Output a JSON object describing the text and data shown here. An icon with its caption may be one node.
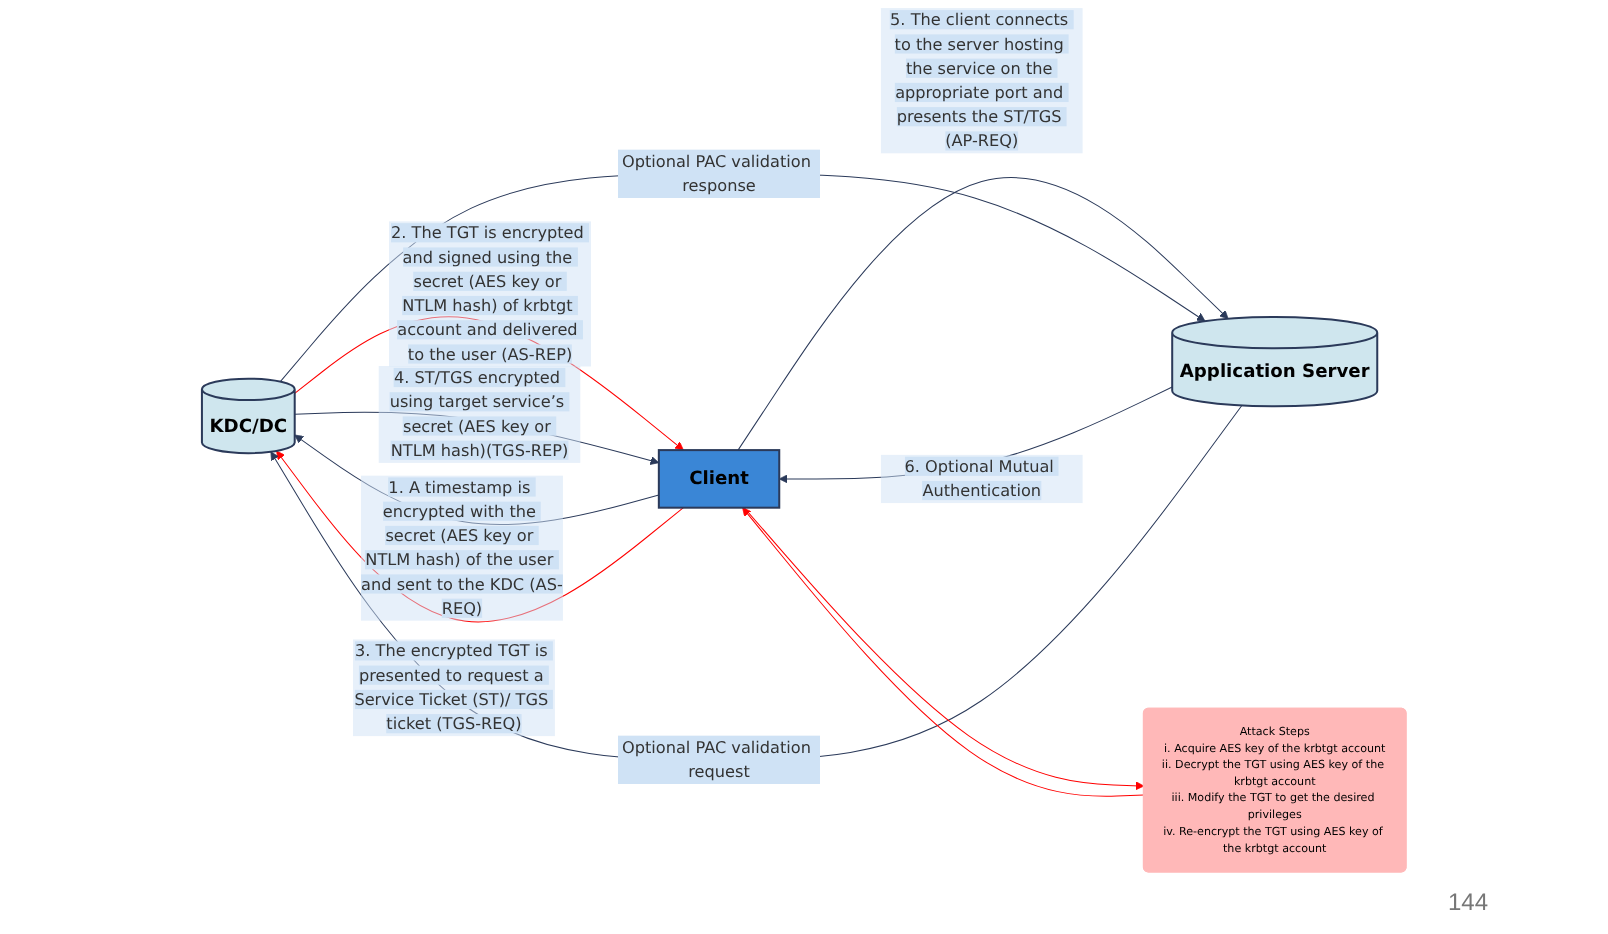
{
  "diagram": {
    "nodes": [
      {
        "text": [
          "KDC/DC"
        ]
      },
      {
        "text": [
          "Client"
        ]
      },
      {
        "text": [
          "Application Server"
        ]
      },
      {
        "text": [
          "Attack Steps",
          "i. Acquire AES key of the krbtgt account",
          "ii. Decrypt the TGT using AES key of the krbtgt account",
          "iii. Modify the TGT to get the desired privileges",
          "iv. Re-encrypt the TGT using AES key of the krbtgt account"
        ]
      }
    ],
    "edges": [
      {
        "from": 1,
        "to": 0,
        "arrow": "to",
        "label": "1. A timestamp is encrypted with the secret (AES key or NTLM hash) of the user and sent to the KDC (AS-REQ)"
      },
      {
        "from": 0,
        "to": 1,
        "arrow": "to",
        "color": "#ff0000",
        "label": "2. The TGT is encrypted and signed using the secret (AES key or NTLM hash) of krbtgt account and delivered to the user (AS-REP)"
      },
      {
        "from": 1,
        "to": 0,
        "arrow": "to",
        "color": "#ff0000",
        "label": "3. The encrypted TGT is presented to request a Service Ticket (ST)/ TGS ticket (TGS-REQ)"
      },
      {
        "from": 0,
        "to": 1,
        "arrow": "to",
        "label": "4. ST/TGS encrypted using target service’s secret (AES key or NTLM hash)(TGS-REP)"
      },
      {
        "from": 1,
        "to": 2,
        "arrow": "to",
        "label": "5. The client connects to the server hosting the service on the appropriate port and presents the ST/TGS (AP-REQ)"
      },
      {
        "from": 2,
        "to": 1,
        "arrow": "to",
        "label": "6. Optional Mutual Authentication"
      },
      {
        "from": 2,
        "to": 0,
        "arrow": "to",
        "label": "Optional PAC validation request"
      },
      {
        "from": 0,
        "to": 2,
        "arrow": "to",
        "label": "Optional PAC validation response"
      },
      {
        "from": 1,
        "to": 3,
        "arrow": "to",
        "color": "#ff0000"
      },
      {
        "from": 3,
        "to": 1,
        "arrow": "to",
        "color": "#ff0000"
      }
    ],
    "labels": [
      "144"
    ]
  }
}
